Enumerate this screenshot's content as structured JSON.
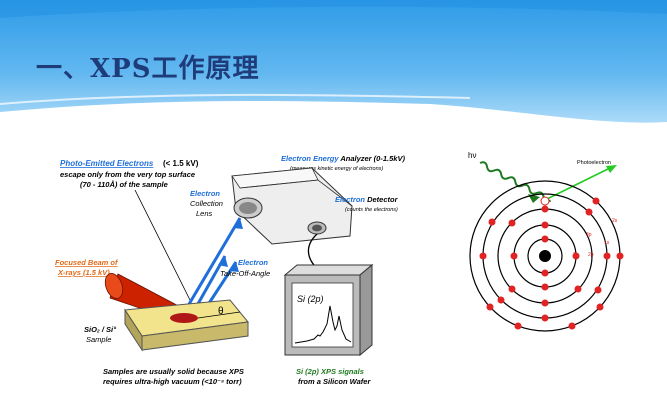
{
  "slide": {
    "title": "一、XPS工作原理"
  },
  "left_diagram": {
    "photo_emitted_label": "Photo-Emitted Electrons",
    "photo_emitted_energy": "(< 1.5 kV)",
    "escape_line1": "escape only from the very top surface",
    "escape_line2": "(70 - 110Å) of the sample",
    "analyzer_label_a": "Electron Energy",
    "analyzer_label_b": " Analyzer  (0-1.5kV)",
    "analyzer_note": "(measures kinetic energy of electrons)",
    "lens_line1": "Electron",
    "lens_line2": "Collection",
    "lens_line3": "Lens",
    "detector_label_a": "Electron",
    "detector_label_b": " Detector",
    "detector_note": "(counts the electrons)",
    "beam_line1": "Focused Beam of",
    "beam_line2": "X-rays (1.5 kV)",
    "takeoff_line1": "Electron",
    "takeoff_line2": "Take-Off-Angle",
    "theta": "θ",
    "sample_line1": "SiO₂ / Si°",
    "sample_line2": "Sample",
    "spectrum_label": "Si (2p)",
    "bottom_line1": "Samples are usually solid because XPS",
    "bottom_line2": "requires ultra-high vacuum (<10⁻⁸ torr)",
    "signal_label_a": "Si (2p) XPS signals",
    "signal_label_b": "from a Silicon Wafer"
  },
  "right_diagram": {
    "hv_label": "hν",
    "photoelectron_label": "Photoelectron",
    "shell_labels": [
      "2s",
      "2p",
      "1s",
      "2s",
      "3p"
    ]
  },
  "colors": {
    "title": "#1f3c7a",
    "accent_blue": "#1e6fd9",
    "beam_orange": "#e06a1a",
    "electron_red": "#e02424",
    "photon_green": "#1f7a1f",
    "arrow_green": "#22cc22"
  }
}
